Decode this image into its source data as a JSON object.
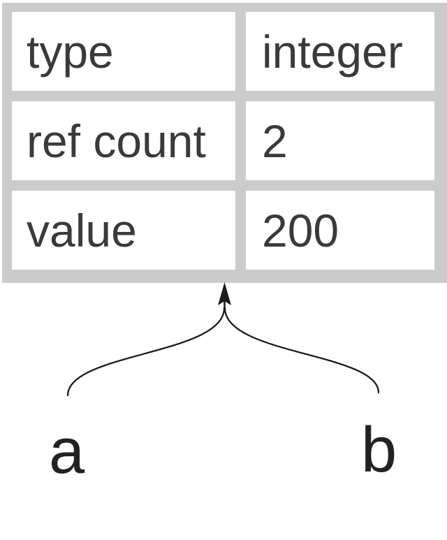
{
  "table": {
    "rows": [
      {
        "label": "type",
        "value": "integer"
      },
      {
        "label": "ref count",
        "value": "2"
      },
      {
        "label": "value",
        "value": "200"
      }
    ]
  },
  "variables": [
    {
      "label": "a"
    },
    {
      "label": "b"
    }
  ],
  "colors": {
    "table_background": "#cbcbcb",
    "cell_background": "#ffffff",
    "table_text": "#3a3a3a",
    "arrow_line": "#1c1c1c",
    "label_text": "#222222"
  }
}
